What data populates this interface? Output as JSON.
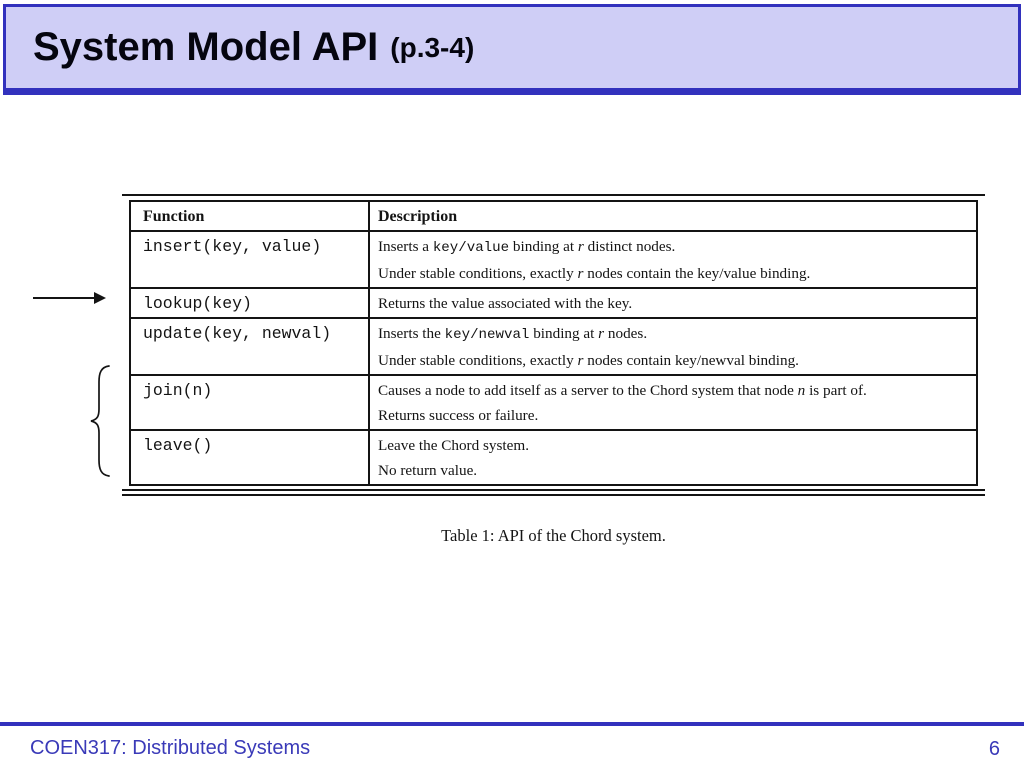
{
  "header": {
    "title": "System Model API",
    "page_ref": "(p.3-4)"
  },
  "colors": {
    "accent": "#3231bd",
    "header_bg": "#cfcef6",
    "footer_text": "#3a3ab8",
    "ink": "#141414"
  },
  "glyphs": {
    "pointer-arrow": "rightwards-arrow",
    "grouping-brace": "left-curly-brace"
  },
  "figure": {
    "caption": "Table 1: API of the Chord system.",
    "table": {
      "columns": [
        "Function",
        "Description"
      ],
      "rows": [
        {
          "function": "insert(key, value)",
          "description": [
            [
              {
                "t": "Inserts a "
              },
              {
                "t": "key/value",
                "s": "mono"
              },
              {
                "t": " binding at "
              },
              {
                "t": "r",
                "s": "var"
              },
              {
                "t": " distinct nodes."
              }
            ],
            [
              {
                "t": "Under stable conditions, exactly "
              },
              {
                "t": "r",
                "s": "var"
              },
              {
                "t": " nodes contain the key/value binding."
              }
            ]
          ]
        },
        {
          "function": "lookup(key)",
          "description": [
            [
              {
                "t": "Returns the value associated with the key."
              }
            ]
          ]
        },
        {
          "function": "update(key, newval)",
          "description": [
            [
              {
                "t": "Inserts the "
              },
              {
                "t": "key/newval",
                "s": "mono"
              },
              {
                "t": " binding at "
              },
              {
                "t": "r",
                "s": "var"
              },
              {
                "t": " nodes."
              }
            ],
            [
              {
                "t": "Under stable conditions, exactly "
              },
              {
                "t": "r",
                "s": "var"
              },
              {
                "t": " nodes contain key/newval binding."
              }
            ]
          ]
        },
        {
          "function": "join(n)",
          "description": [
            [
              {
                "t": "Causes a node to add itself as a server to the Chord system that node "
              },
              {
                "t": "n",
                "s": "var"
              },
              {
                "t": " is part of."
              }
            ],
            [
              {
                "t": "Returns success or failure."
              }
            ]
          ]
        },
        {
          "function": "leave()",
          "description": [
            [
              {
                "t": "Leave the Chord system."
              }
            ],
            [
              {
                "t": "No return value."
              }
            ]
          ]
        }
      ]
    }
  },
  "footer": {
    "course": "COEN317: Distributed Systems",
    "page_number": "6"
  }
}
